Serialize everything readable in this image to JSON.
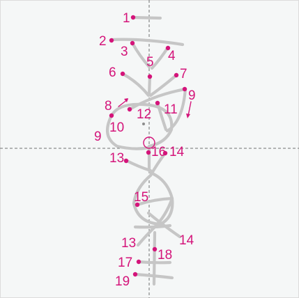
{
  "diagram": {
    "colors": {
      "background": "#f5f7f7",
      "stroke": "#c6c6c6",
      "marker": "#d4147a",
      "guide": "#707070"
    },
    "stroke_labels": [
      "1",
      "2",
      "3",
      "4",
      "5",
      "6",
      "7",
      "8",
      "9",
      "9",
      "10",
      "11",
      "12",
      "13",
      "13",
      "14",
      "14",
      "15",
      "16",
      "17",
      "18",
      "19"
    ]
  }
}
